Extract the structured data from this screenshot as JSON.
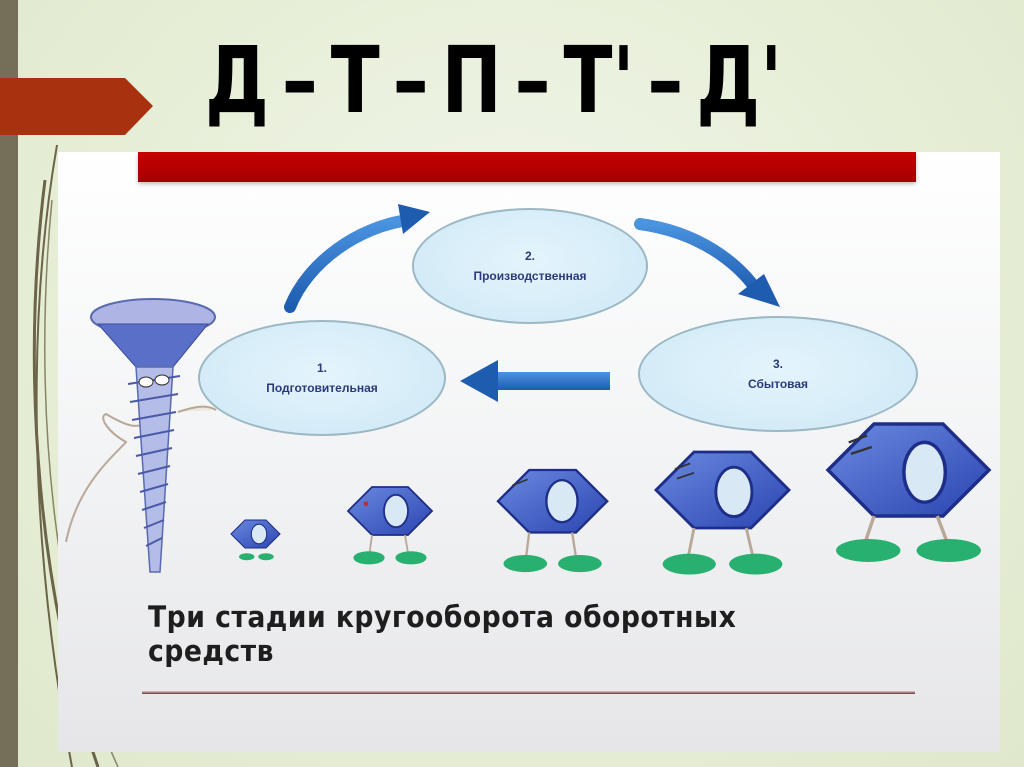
{
  "slide": {
    "formula": {
      "terms": [
        "Д",
        "–",
        "Т",
        "–",
        "П",
        "–",
        "Т'",
        "–",
        "Д'"
      ],
      "full_text": "Д – Т – П – Т' – Д'"
    },
    "colors": {
      "background": "#e6eed6",
      "left_bar": "#756e58",
      "arrow_tab": "#a83210",
      "red_band": "#b80000",
      "cycle_arrow": "#2a74c8",
      "ellipse_fill": "#d4ecf8",
      "ellipse_text": "#2a3a7a"
    }
  },
  "diagram": {
    "stages": [
      {
        "number": "1.",
        "label": "Подготовительная"
      },
      {
        "number": "2.",
        "label": "Производственная"
      },
      {
        "number": "3.",
        "label": "Сбытовая"
      }
    ],
    "caption_line1": "Три стадии кругооборота оборотных",
    "caption_line2": "средств",
    "illustrations": [
      "screw-character",
      "nut-character-1",
      "nut-character-2",
      "nut-character-3",
      "nut-character-4",
      "nut-character-5"
    ]
  }
}
